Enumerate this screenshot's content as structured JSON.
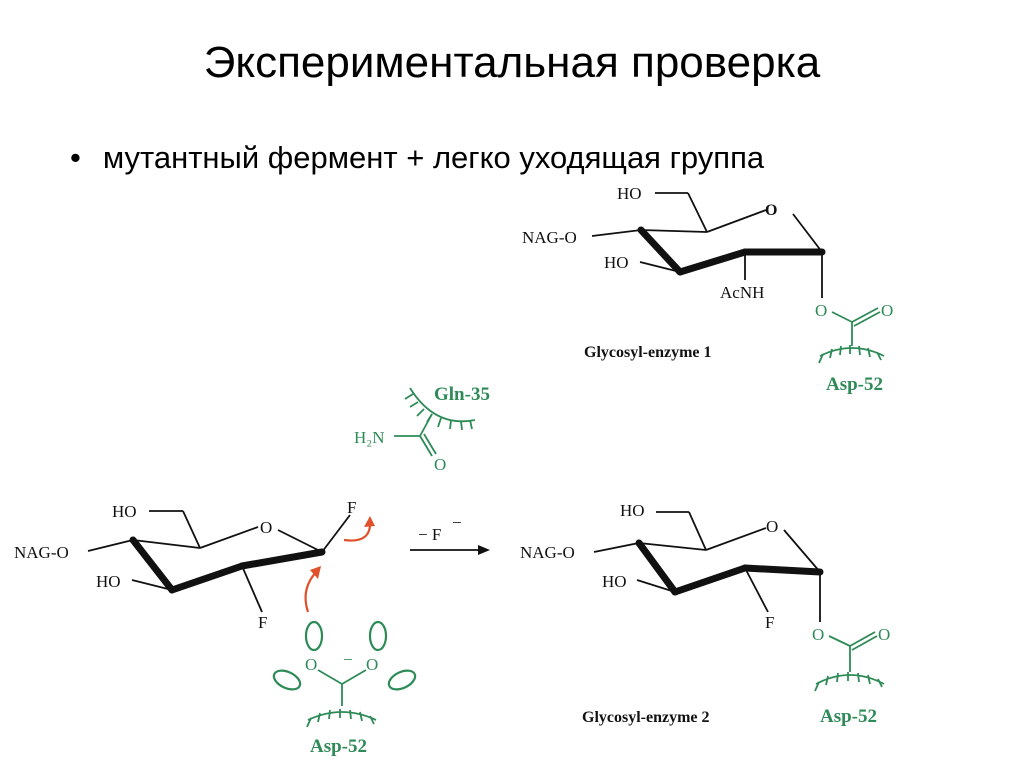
{
  "slide": {
    "title": "Экспериментальная проверка",
    "bullet": "мутантный фермент + легко уходящая группа"
  },
  "labels": {
    "ho": "HO",
    "o": "O",
    "nag_o": "NAG-O",
    "acnh": "AcNH",
    "f": "F",
    "h2n": "H₂N",
    "minus": "−",
    "glycosyl_enzyme_1": "Glycosyl-enzyme 1",
    "glycosyl_enzyme_2": "Glycosyl-enzyme 2",
    "asp52": "Asp-52",
    "gln35": "Gln-35",
    "reaction_arrow_label": "− F"
  },
  "colors": {
    "enzyme_green": "#2e8b57",
    "arrow_red": "#e0502a",
    "text": "#111111"
  }
}
